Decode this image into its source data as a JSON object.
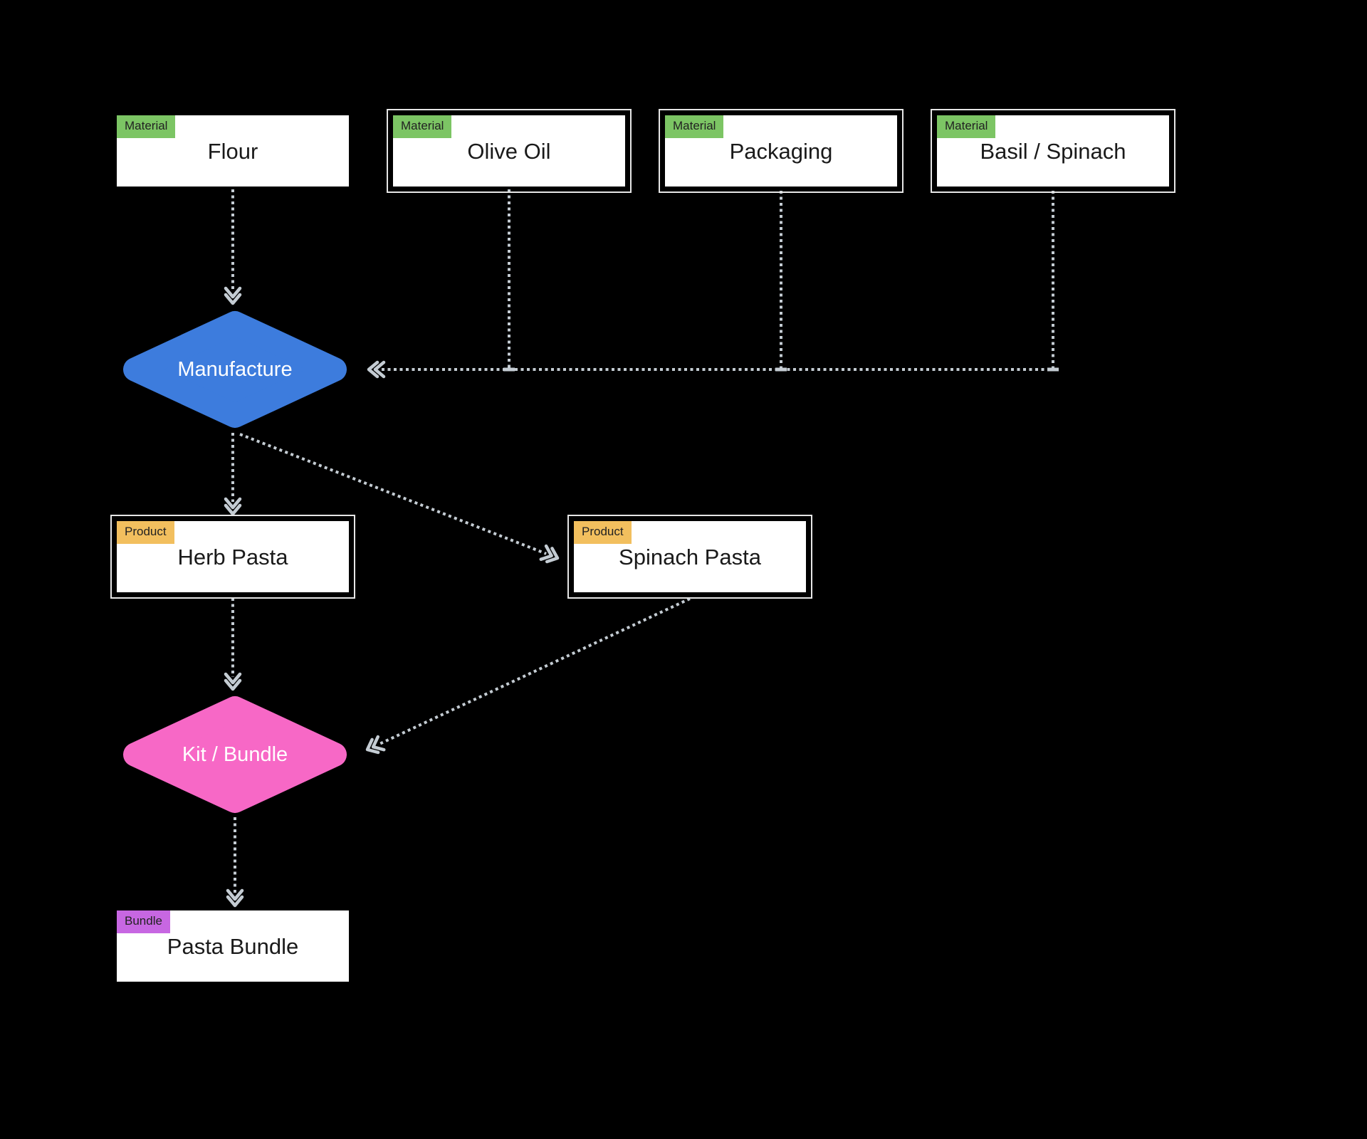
{
  "diagram": {
    "nodes": {
      "flour": {
        "label": "Flour",
        "badge": "Material"
      },
      "olive_oil": {
        "label": "Olive Oil",
        "badge": "Material"
      },
      "packaging": {
        "label": "Packaging",
        "badge": "Material"
      },
      "basil_spinach": {
        "label": "Basil / Spinach",
        "badge": "Material"
      },
      "manufacture": {
        "label": "Manufacture"
      },
      "herb_pasta": {
        "label": "Herb Pasta",
        "badge": "Product"
      },
      "spinach_pasta": {
        "label": "Spinach Pasta",
        "badge": "Product"
      },
      "kit_bundle": {
        "label": "Kit / Bundle"
      },
      "pasta_bundle": {
        "label": "Pasta Bundle",
        "badge": "Bundle"
      }
    },
    "edges": [
      {
        "from": "flour",
        "to": "manufacture"
      },
      {
        "from": "olive_oil",
        "to": "manufacture"
      },
      {
        "from": "packaging",
        "to": "manufacture"
      },
      {
        "from": "basil_spinach",
        "to": "manufacture"
      },
      {
        "from": "manufacture",
        "to": "herb_pasta"
      },
      {
        "from": "manufacture",
        "to": "spinach_pasta"
      },
      {
        "from": "herb_pasta",
        "to": "kit_bundle"
      },
      {
        "from": "spinach_pasta",
        "to": "kit_bundle"
      },
      {
        "from": "kit_bundle",
        "to": "pasta_bundle"
      }
    ],
    "colors": {
      "background": "#000000",
      "node_fill": "#ffffff",
      "node_text": "#1a1a1a",
      "node_outline": "#e6e6e6",
      "material_badge": "#7cc564",
      "product_badge": "#f2bf5e",
      "bundle_badge": "#c767e2",
      "badge_text": "#222222",
      "process_manufacture": "#3d7cdd",
      "process_kit_bundle": "#f768c6",
      "connector": "#c4ccd3"
    }
  }
}
